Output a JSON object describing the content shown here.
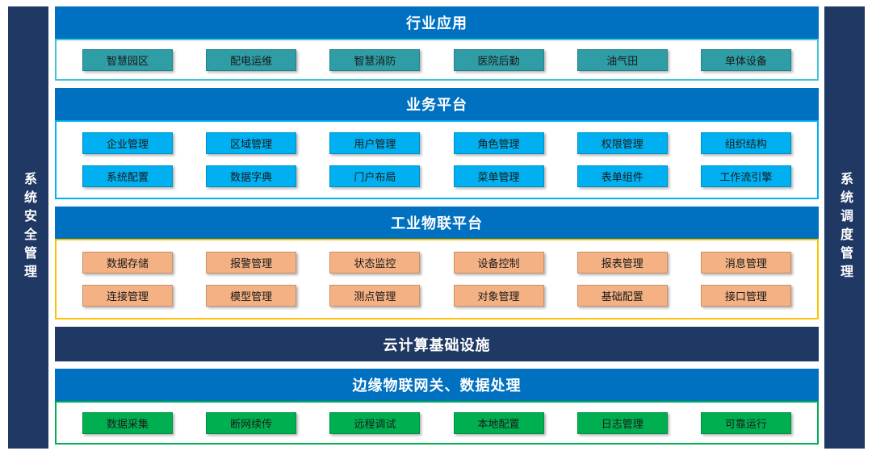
{
  "sidebars": {
    "left": {
      "label": "系统安全管理"
    },
    "right": {
      "label": "系统调度管理"
    }
  },
  "sections": {
    "industry": {
      "title": "行业应用",
      "buttons": [
        "智慧园区",
        "配电运维",
        "智慧消防",
        "医院后勤",
        "油气田",
        "单体设备"
      ]
    },
    "business": {
      "title": "业务平台",
      "row1": [
        "企业管理",
        "区域管理",
        "用户管理",
        "角色管理",
        "权限管理",
        "组织结构"
      ],
      "row2": [
        "系统配置",
        "数据字典",
        "门户布局",
        "菜单管理",
        "表单组件",
        "工作流引擎"
      ]
    },
    "iot": {
      "title": "工业物联平台",
      "row1": [
        "数据存储",
        "报警管理",
        "状态监控",
        "设备控制",
        "报表管理",
        "消息管理"
      ],
      "row2": [
        "连接管理",
        "模型管理",
        "测点管理",
        "对象管理",
        "基础配置",
        "接口管理"
      ]
    },
    "cloud": {
      "title": "云计算基础设施"
    },
    "edge": {
      "title": "边缘物联网关、数据处理",
      "buttons": [
        "数据采集",
        "断网续传",
        "远程调试",
        "本地配置",
        "日志管理",
        "可靠运行"
      ]
    }
  },
  "colors": {
    "pillar_navy": "#1F3864",
    "header_blue": "#0070C0",
    "teal_button": "#2E9DA6",
    "teal_border": "#3EC6D8",
    "cyan_button": "#00B0F0",
    "gold_border": "#FFC000",
    "orange_button": "#F4B183",
    "green_button": "#00B050"
  }
}
